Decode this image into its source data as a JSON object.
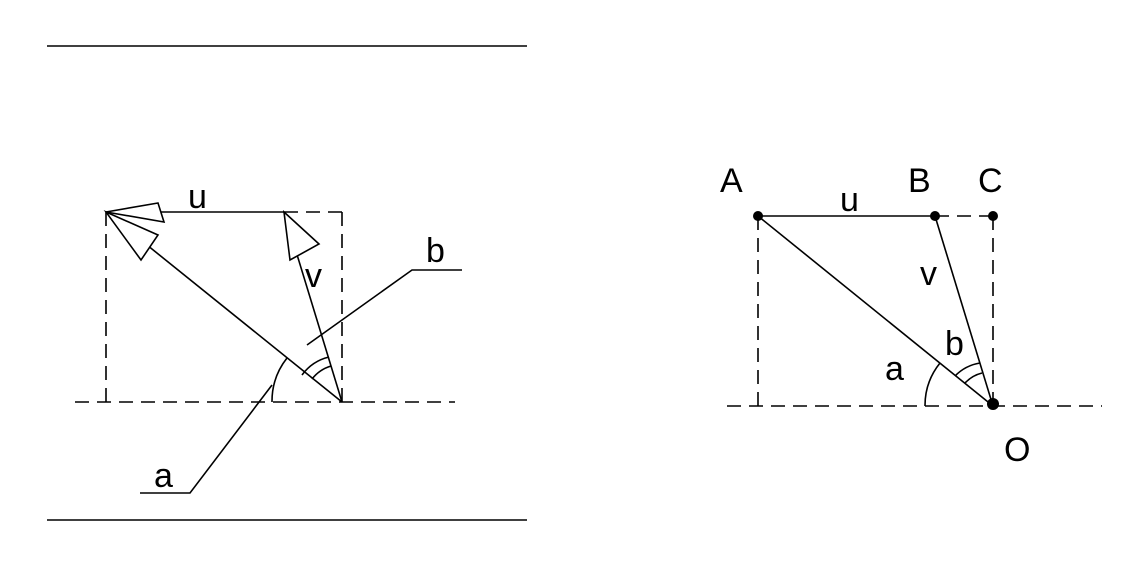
{
  "left_figure": {
    "label_u": "u",
    "label_v": "v",
    "label_a": "a",
    "label_b": "b"
  },
  "right_figure": {
    "label_A": "A",
    "label_B": "B",
    "label_C": "C",
    "label_O": "O",
    "label_u": "u",
    "label_v": "v",
    "label_a": "a",
    "label_b": "b"
  },
  "colors": {
    "stroke": "#000000",
    "background": "#ffffff"
  }
}
